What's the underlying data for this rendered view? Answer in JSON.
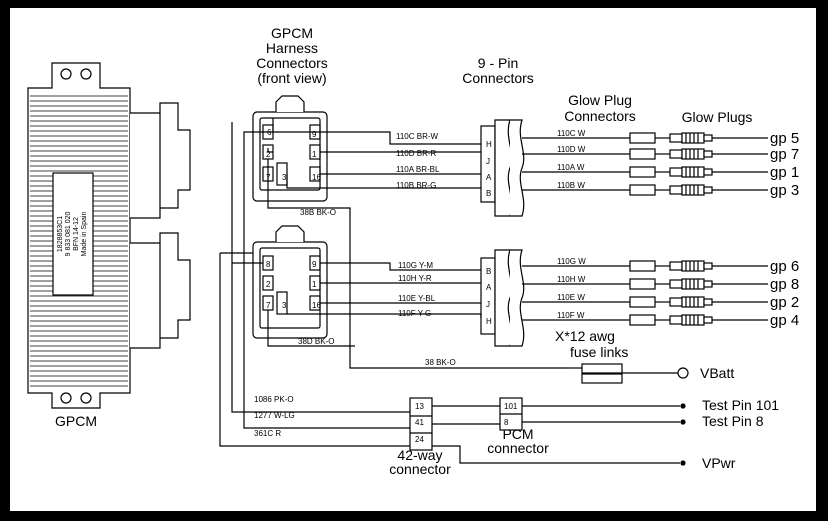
{
  "titles": {
    "gpcm_harness": [
      "GPCM",
      "Harness",
      "Connectors",
      "(front view)"
    ],
    "nine_pin": [
      "9 - Pin",
      "Connectors"
    ],
    "glow_plug_connectors": [
      "Glow Plug",
      "Connectors"
    ],
    "glow_plugs": "Glow Plugs",
    "gpcm": "GPCM"
  },
  "module_label": [
    "1828853C1",
    "9 833 081 020",
    "BFN 14-12",
    "Made in Spain"
  ],
  "upper_connector": {
    "pins": [
      "6",
      "9",
      "2",
      "1",
      "7",
      "3",
      "16"
    ],
    "wires": [
      "110C BR-W",
      "110D BR-R",
      "110A BR-BL",
      "110B BR-G"
    ],
    "ground": "38B BK-O",
    "nine_pin": [
      "H",
      "J",
      "A",
      "B"
    ],
    "plug_wires": [
      "110C W",
      "110D W",
      "110A W",
      "110B W"
    ],
    "plugs": [
      "gp 5",
      "gp 7",
      "gp 1",
      "gp 3"
    ]
  },
  "lower_connector": {
    "pins": [
      "8",
      "9",
      "2",
      "1",
      "7",
      "3",
      "16"
    ],
    "wires": [
      "110G Y-M",
      "110H Y-R",
      "110E Y-BL",
      "110F Y-G"
    ],
    "ground": "38D BK-O",
    "nine_pin": [
      "B",
      "A",
      "J",
      "H"
    ],
    "plug_wires": [
      "110G W",
      "110H W",
      "110E W",
      "110F W"
    ],
    "plugs": [
      "gp 6",
      "gp 8",
      "gp 2",
      "gp 4"
    ]
  },
  "fuse": {
    "label": [
      "X*12  awg",
      "fuse  links"
    ],
    "wire": "38 BK-O",
    "terminal": "VBatt"
  },
  "bottom": {
    "wires": [
      "1086 PK-O",
      "1277 W-LG",
      "361C R"
    ],
    "way42_pins": [
      "13",
      "41",
      "24"
    ],
    "way42_label": [
      "42-way",
      "connector"
    ],
    "pcm_pins": [
      "101",
      "8"
    ],
    "pcm_label": [
      "PCM",
      "connector"
    ],
    "terminals": [
      "Test  Pin  101",
      "Test  Pin  8",
      "VPwr"
    ]
  }
}
